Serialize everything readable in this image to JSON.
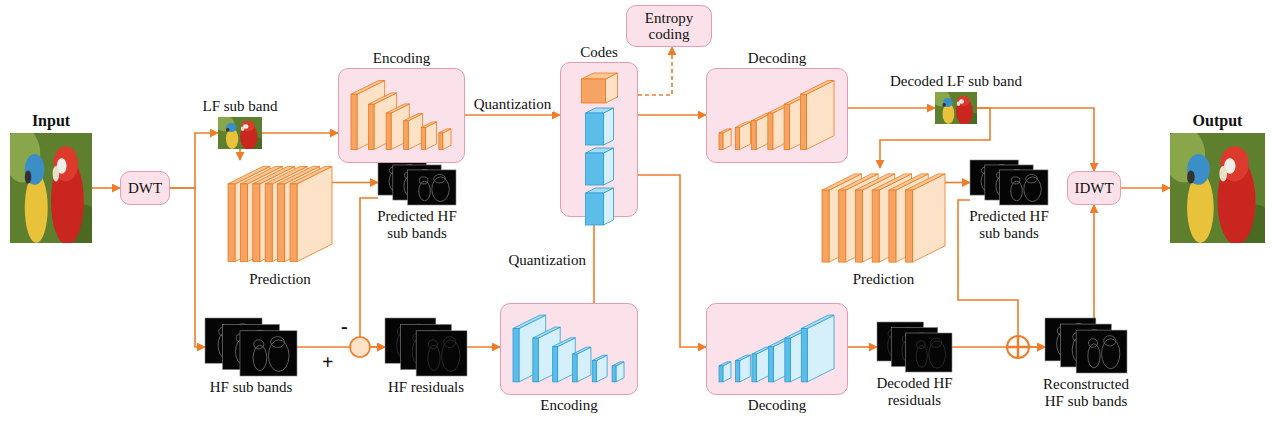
{
  "diagram": {
    "nodes": [
      {
        "text": [
          "Input"
        ]
      },
      {
        "text": [
          "DWT"
        ]
      },
      {
        "text": [
          "LF sub band"
        ]
      },
      {
        "text": [
          "Prediction"
        ]
      },
      {
        "text": [
          "Predicted HF sub bands"
        ]
      },
      {
        "text": [
          "HF sub bands"
        ]
      },
      {
        "text": [
          "HF residuals"
        ]
      },
      {
        "text": [
          "Encoding"
        ]
      },
      {
        "text": [
          "Encoding"
        ]
      },
      {
        "text": [
          "Codes"
        ]
      },
      {
        "text": [
          "Entropy coding"
        ]
      },
      {
        "text": [
          "Decoding"
        ]
      },
      {
        "text": [
          "Decoding"
        ]
      },
      {
        "text": [
          "Decoded LF sub band"
        ]
      },
      {
        "text": [
          "Prediction"
        ]
      },
      {
        "text": [
          "Predicted HF sub bands"
        ]
      },
      {
        "text": [
          "Decoded HF residuals"
        ]
      },
      {
        "text": [
          "Reconstructed HF sub bands"
        ]
      },
      {
        "text": [
          "IDWT"
        ]
      },
      {
        "text": [
          "Output"
        ]
      }
    ],
    "edges": [
      {
        "from": 0,
        "to": 1,
        "arrow": "to"
      },
      {
        "from": 1,
        "to": 2,
        "arrow": "to"
      },
      {
        "from": 1,
        "to": 5,
        "arrow": "to"
      },
      {
        "from": 2,
        "to": 7,
        "arrow": "to"
      },
      {
        "from": 2,
        "to": 3,
        "arrow": "to"
      },
      {
        "from": 3,
        "to": 4,
        "arrow": "to"
      },
      {
        "from": 4,
        "to": 6,
        "arrow": "to"
      },
      {
        "from": 5,
        "to": 6,
        "arrow": "to"
      },
      {
        "from": 6,
        "to": 8,
        "arrow": "to"
      },
      {
        "from": 7,
        "to": 9,
        "label": "Quantization",
        "arrow": "to"
      },
      {
        "from": 8,
        "to": 9,
        "label": "Quantization",
        "arrow": "to"
      },
      {
        "from": 9,
        "to": 10,
        "arrow": "to"
      },
      {
        "from": 9,
        "to": 11,
        "arrow": "to"
      },
      {
        "from": 9,
        "to": 12,
        "arrow": "to"
      },
      {
        "from": 11,
        "to": 13,
        "arrow": "to"
      },
      {
        "from": 13,
        "to": 14,
        "arrow": "to"
      },
      {
        "from": 13,
        "to": 18,
        "arrow": "to"
      },
      {
        "from": 14,
        "to": 15,
        "arrow": "to"
      },
      {
        "from": 15,
        "to": 17,
        "arrow": "to"
      },
      {
        "from": 16,
        "to": 17,
        "arrow": "to"
      },
      {
        "from": 12,
        "to": 16,
        "arrow": "to"
      },
      {
        "from": 17,
        "to": 18,
        "arrow": "to"
      },
      {
        "from": 18,
        "to": 19,
        "arrow": "to"
      }
    ],
    "labels": [
      "-",
      "+"
    ]
  }
}
